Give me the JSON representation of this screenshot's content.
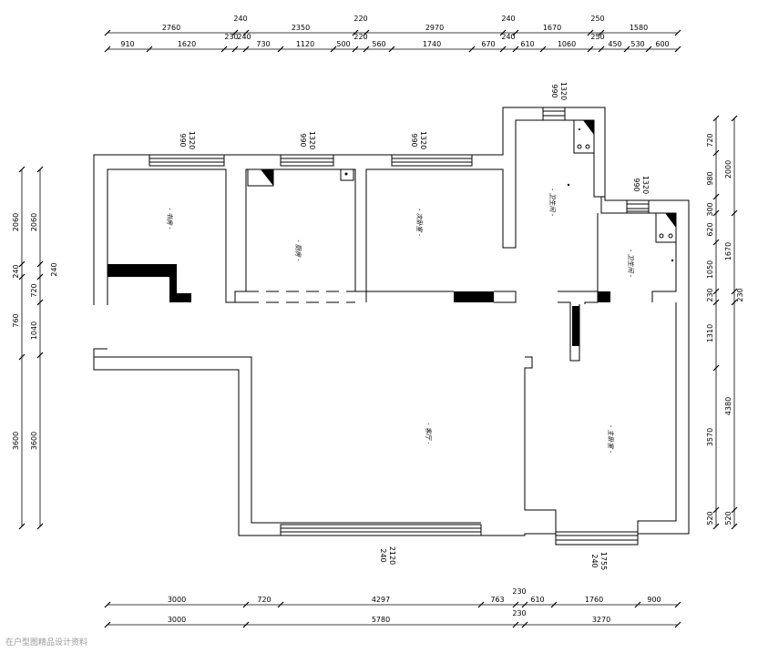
{
  "dimensions": {
    "top_row1": [
      "2760",
      "240",
      "2350",
      "220",
      "2970",
      "240",
      "1670",
      "250",
      "1580"
    ],
    "top_row2": [
      "910",
      "1620",
      "230",
      "240",
      "730",
      "1120",
      "500",
      "220",
      "560",
      "1740",
      "670",
      "240",
      "610",
      "1060",
      "250",
      "450",
      "530",
      "600"
    ],
    "bottom_row1": [
      "3000",
      "720",
      "4297",
      "763",
      "230",
      "610",
      "1760",
      "900"
    ],
    "bottom_row2": [
      "3000",
      "5780",
      "230",
      "3270"
    ],
    "left_inner": [
      "2060",
      "240",
      "720",
      "1040",
      "3600"
    ],
    "left_outer": [
      "2060",
      "240",
      "760",
      "3600"
    ],
    "right_inner": [
      "720",
      "980",
      "300",
      "620",
      "1050",
      "230",
      "1310",
      "3570",
      "520"
    ],
    "right_outer": [
      "2000",
      "1670",
      "230",
      "4380",
      "520"
    ]
  },
  "windows": [
    {
      "top": "1320",
      "bottom": "990"
    },
    {
      "top": "1320",
      "bottom": "990"
    },
    {
      "top": "1320",
      "bottom": "990"
    },
    {
      "top": "1320",
      "bottom": "990"
    },
    {
      "top": "1320",
      "bottom": "990"
    },
    {
      "top": "2120",
      "bottom": "240"
    },
    {
      "top": "1755",
      "bottom": "240"
    }
  ],
  "rooms": {
    "study": "- 书房 -",
    "kitchen": "- 厨房 -",
    "second_bedroom": "- 次卧室 -",
    "bathroom1": "- 卫生间 -",
    "bathroom2": "- 卫生间 -",
    "living": "- 客厅 -",
    "master": "- 主卧室 -"
  },
  "watermark": "在户型图精品设计资料"
}
